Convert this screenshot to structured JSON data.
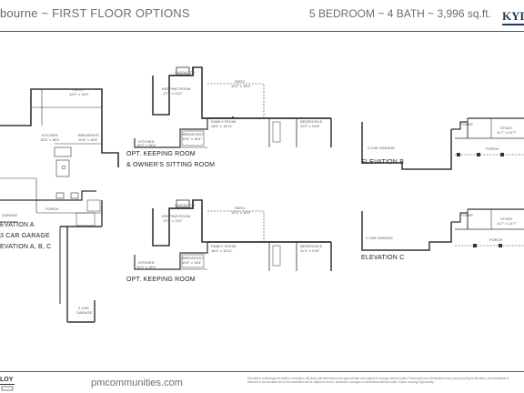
{
  "header": {
    "title_name": "bourne",
    "title_suffix": "~ FIRST FLOOR OPTIONS",
    "specs": "5 BEDROOM ~ 4 BATH ~ 3,996 sq.ft.",
    "brand": "KYL"
  },
  "left_plan": {
    "patio": "PATIO",
    "patio_dim": "12'0\" x 14'0\"",
    "kitchen": "KITCHEN",
    "kitchen_dim": "16'3\" x 18'4\"",
    "breakfast": "BREAKFAST",
    "breakfast_dim": "10'6\" x 18'4\"",
    "garage": "GARAGE",
    "porch": "PORCH",
    "garage_2car": "2 CAR",
    "garage_2car_2": "GARAGE"
  },
  "left_captions": {
    "line1": "EVATION A",
    "line2": "3 CAR GARAGE",
    "line3": "EVATION A, B, C"
  },
  "opt_sitting": {
    "fireplace": "GAS/WOOD",
    "keeping": "KEEPING ROOM",
    "keeping_dim": "17'2\" x 13'2\"",
    "patio": "PATIO",
    "patio_dim": "12'0\" x 16'0\"",
    "family": "FAMILY ROOM",
    "family_dim": "18'4\" x 16'11\"",
    "bedroom": "BEDROOM 5",
    "bedroom_dim": "11'2\" x 10'8\"",
    "breakfast": "BREAKFAST",
    "breakfast_dim": "10'6\" x 18'4\"",
    "kitchen": "KITCHEN",
    "kitchen_dim": "16'3\" x 18'4\"",
    "caption1": "OPT. KEEPING ROOM",
    "caption2": "& OWNER'S SITTING ROOM"
  },
  "opt_keeping": {
    "fireplace": "GAS/WOOD",
    "keeping": "KEEPING ROOM",
    "keeping_dim": "17'2\" x 13'2\"",
    "patio": "PATIO",
    "patio_dim": "12'0\" x 16'0\"",
    "family": "FAMILY ROOM",
    "family_dim": "18'4\" x 16'11\"",
    "bedroom": "BEDROOM 5",
    "bedroom_dim": "11'2\" x 10'8\"",
    "breakfast": "BREAKFAST",
    "breakfast_dim": "10'6\" x 18'4\"",
    "kitchen": "KITCHEN",
    "kitchen_dim": "16'3\" x 18'4\"",
    "caption": "OPT. KEEPING ROOM"
  },
  "elev_b": {
    "foyer": "FOYER",
    "study": "STUDY",
    "study_dim": "11'7\" x 12'7\"",
    "garage": "2 CAR GARAGE",
    "porch": "PORCH",
    "caption": "ELEVATION B"
  },
  "elev_c": {
    "foyer": "FOYER",
    "study": "STUDY",
    "study_dim": "11'7\" x 12'7\"",
    "garage": "2 CAR GARAGE",
    "porch": "PORCH",
    "caption": "ELEVATION C"
  },
  "footer": {
    "url": "pmcommunities.com",
    "disclaimer": "All exterior renderings are artist's conception. All sizes and dimensions are approximate and subject to change without notice. Plans and room dimensions may vary according to elevation. All information is believed to be accurate but is not warranted and is subject to errors, omissions, changes or withdrawal without notice. Equal Housing Opportunity.",
    "logo_text": "LOY"
  }
}
